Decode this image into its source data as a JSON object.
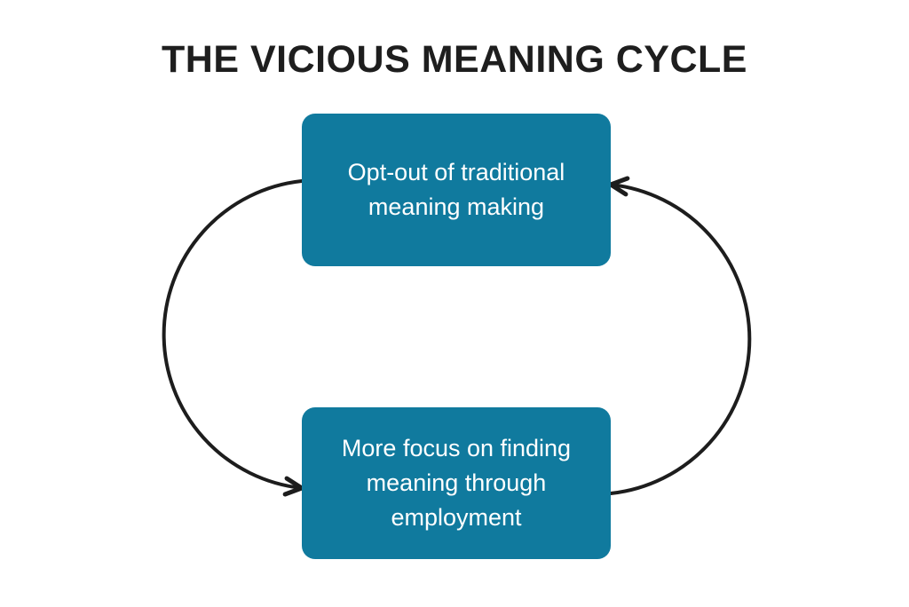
{
  "title": "THE VICIOUS MEANING CYCLE",
  "diagram": {
    "type": "cycle",
    "nodes": [
      {
        "id": "opt-out",
        "label": "Opt-out of traditional\nmeaning making"
      },
      {
        "id": "employment-focus",
        "label": "More focus on finding\nmeaning through\nemployment"
      }
    ],
    "edges": [
      {
        "from": "opt-out",
        "to": "employment-focus",
        "side": "left",
        "direction": "top-to-bottom"
      },
      {
        "from": "employment-focus",
        "to": "opt-out",
        "side": "right",
        "direction": "bottom-to-top"
      }
    ]
  },
  "colors": {
    "background": "#FFFFFF",
    "node_fill": "#107A9E",
    "node_text": "#FFFFFF",
    "title_text": "#1E1E1E",
    "arrow_stroke": "#1D1D1D"
  }
}
